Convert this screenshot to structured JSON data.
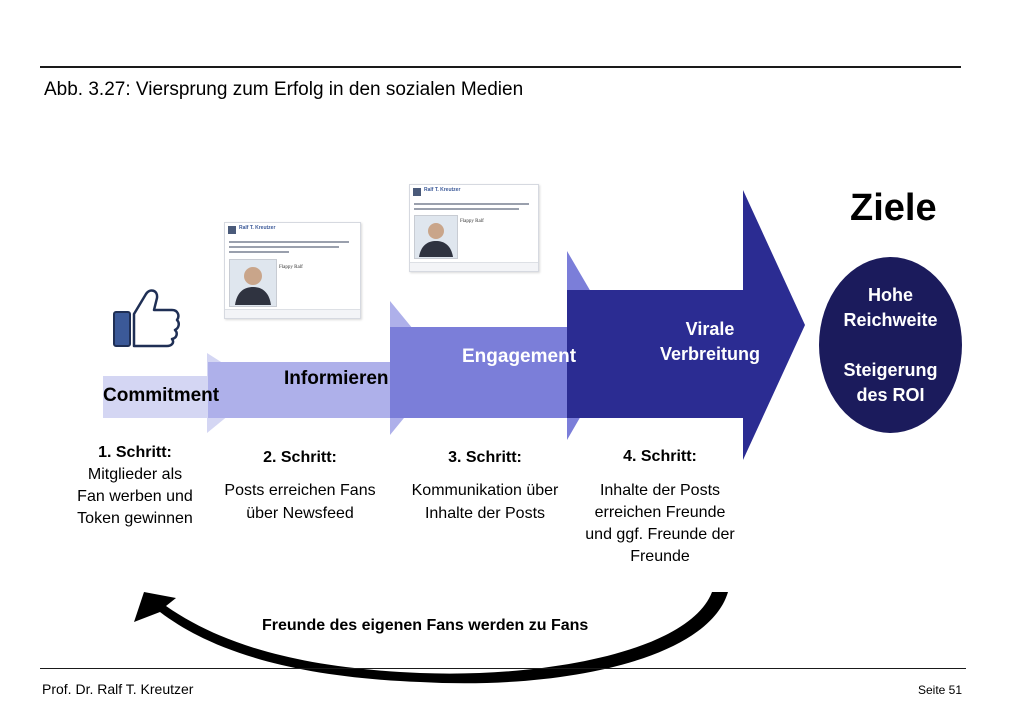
{
  "figure_title": "Abb. 3.27: Viersprung zum Erfolg in den sozialen Medien",
  "goals": {
    "title": "Ziele",
    "line1": "Hohe",
    "line2": "Reichweite",
    "line3": "Steigerung",
    "line4": "des ROI"
  },
  "arrows": [
    {
      "label": "Commitment",
      "color": "#d4d6f3"
    },
    {
      "label": "Informieren",
      "color": "#aeb0ea"
    },
    {
      "label": "Engagement",
      "color": "#7b7ed9"
    },
    {
      "label_line1": "Virale",
      "label_line2": "Verbreitung",
      "color": "#2b2c92"
    }
  ],
  "steps": [
    {
      "head": "1. Schritt:",
      "lines": [
        "Mitglieder als",
        "Fan werben und",
        "Token gewinnen"
      ]
    },
    {
      "head": "2. Schritt:",
      "lines": [
        "Posts erreichen Fans",
        "über Newsfeed"
      ]
    },
    {
      "head": "3. Schritt:",
      "lines": [
        "Kommunikation über",
        "Inhalte der Posts"
      ]
    },
    {
      "head": "4. Schritt:",
      "lines": [
        "Inhalte der Posts",
        "erreichen Freunde",
        "und ggf. Freunde der",
        "Freunde"
      ]
    }
  ],
  "loop_label": "Freunde des eigenen Fans werden zu Fans",
  "posts": [
    {
      "author": "Ralf T. Kreutzer",
      "brand": "Flappy Ralf"
    },
    {
      "author": "Ralf T. Kreutzer",
      "brand": "Flappy Ralf"
    }
  ],
  "colors": {
    "accent_dark": "#1b1b5c",
    "thumb_blue": "#3b5998"
  },
  "icons": [
    "thumbs-up-icon"
  ],
  "footer": {
    "author": "Prof. Dr. Ralf T. Kreutzer",
    "page": "Seite 51"
  }
}
